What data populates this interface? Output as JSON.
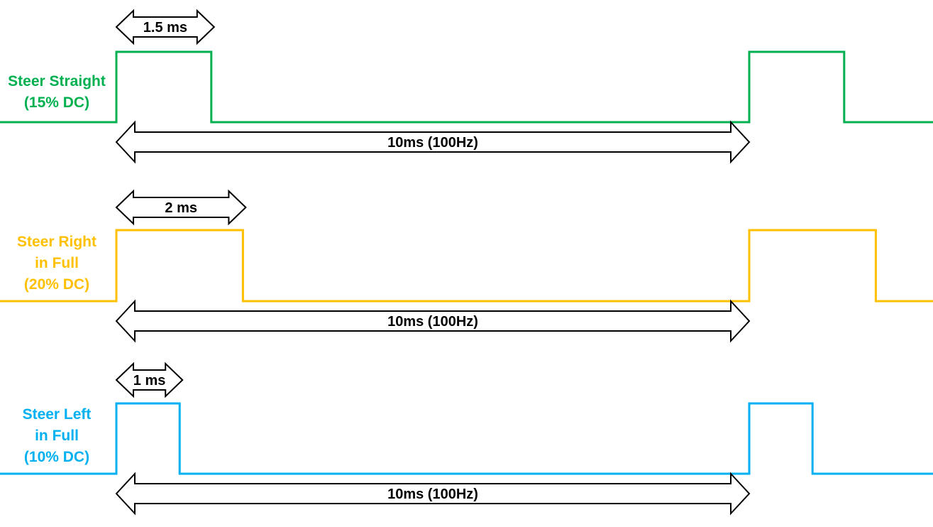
{
  "signals": [
    {
      "label_lines": [
        "Steer Straight",
        "(15% DC)"
      ],
      "color": "#00b050",
      "pulse_width_label": "1.5 ms",
      "pulse_ms": 1.5,
      "period_label": "10ms (100Hz)",
      "period_ms": 10,
      "duty_cycle_percent": 15
    },
    {
      "label_lines": [
        "Steer Right",
        "in Full",
        "(20% DC)"
      ],
      "color": "#ffc000",
      "pulse_width_label": "2 ms",
      "pulse_ms": 2,
      "period_label": "10ms (100Hz)",
      "period_ms": 10,
      "duty_cycle_percent": 20
    },
    {
      "label_lines": [
        "Steer Left",
        "in Full",
        "(10% DC)"
      ],
      "color": "#00b0f0",
      "pulse_width_label": "1 ms",
      "pulse_ms": 1,
      "period_label": "10ms (100Hz)",
      "period_ms": 10,
      "duty_cycle_percent": 10
    }
  ]
}
